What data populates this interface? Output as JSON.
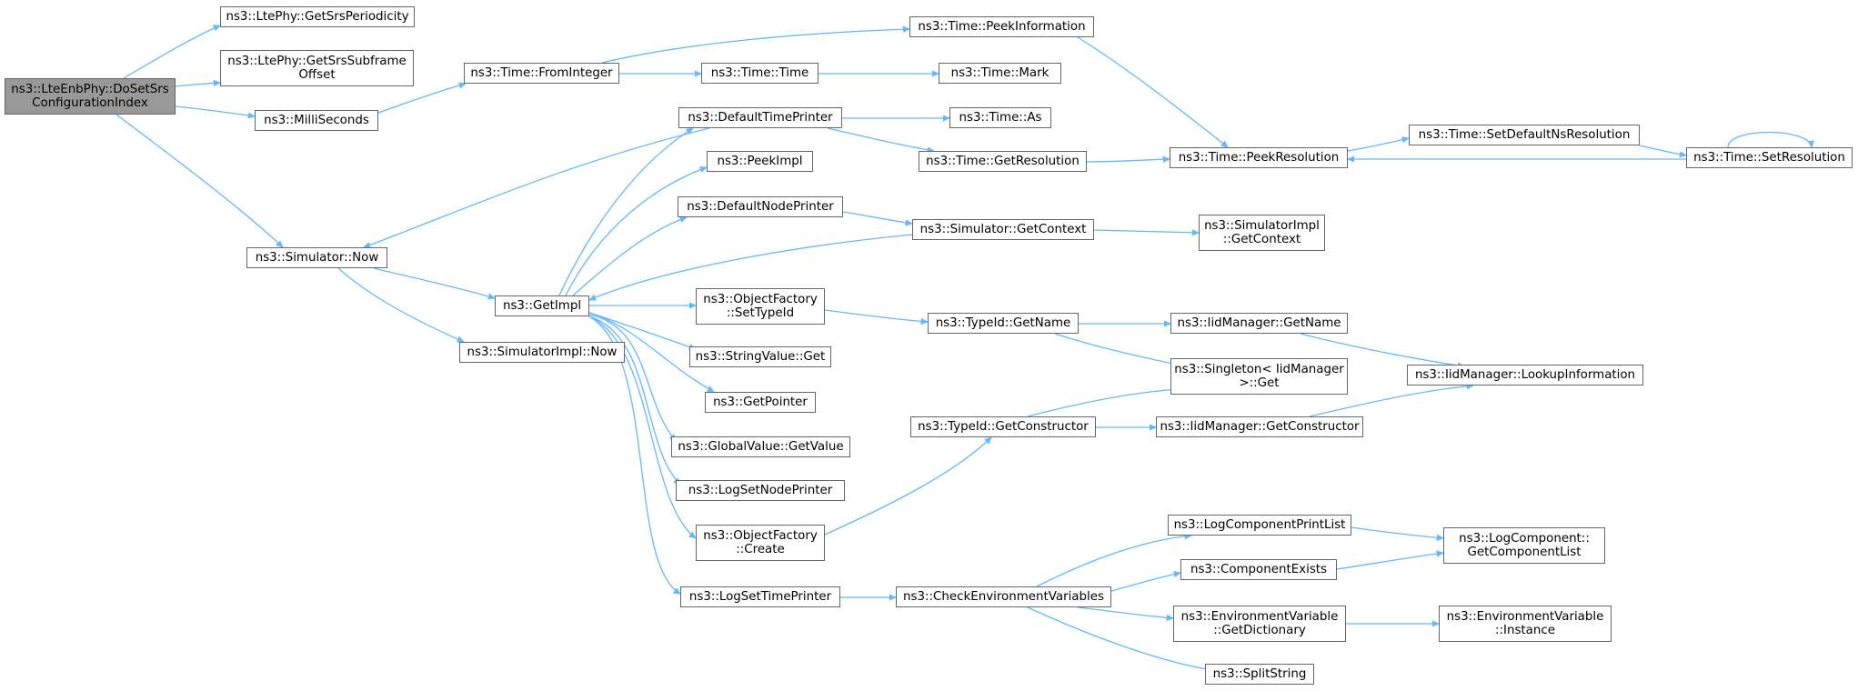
{
  "colors": {
    "edge": "#63b8ff",
    "node_border": "#666666",
    "root_fill": "#999999",
    "node_fill": "#ffffff"
  },
  "nodes": [
    {
      "id": "root",
      "lines": [
        "ns3::LteEnbPhy::DoSetSrs",
        "ConfigurationIndex"
      ],
      "root": true
    },
    {
      "id": "getSrsPeriodicity",
      "lines": [
        "ns3::LtePhy::GetSrsPeriodicity"
      ]
    },
    {
      "id": "getSrsSubframeOffset",
      "lines": [
        "ns3::LtePhy::GetSrsSubframe",
        "Offset"
      ]
    },
    {
      "id": "milliSeconds",
      "lines": [
        "ns3::MilliSeconds"
      ]
    },
    {
      "id": "simulatorNow",
      "lines": [
        "ns3::Simulator::Now"
      ]
    },
    {
      "id": "timeFromInteger",
      "lines": [
        "ns3::Time::FromInteger"
      ]
    },
    {
      "id": "getImpl",
      "lines": [
        "ns3::GetImpl"
      ]
    },
    {
      "id": "simulatorImplNow",
      "lines": [
        "ns3::SimulatorImpl::Now"
      ]
    },
    {
      "id": "timePeekInformation",
      "lines": [
        "ns3::Time::PeekInformation"
      ]
    },
    {
      "id": "timeTime",
      "lines": [
        "ns3::Time::Time"
      ]
    },
    {
      "id": "timeMark",
      "lines": [
        "ns3::Time::Mark"
      ]
    },
    {
      "id": "defaultTimePrinter",
      "lines": [
        "ns3::DefaultTimePrinter"
      ]
    },
    {
      "id": "timeAs",
      "lines": [
        "ns3::Time::As"
      ]
    },
    {
      "id": "timeGetResolution",
      "lines": [
        "ns3::Time::GetResolution"
      ]
    },
    {
      "id": "timePeekResolution",
      "lines": [
        "ns3::Time::PeekResolution"
      ]
    },
    {
      "id": "timeSetDefaultNsResolution",
      "lines": [
        "ns3::Time::SetDefaultNsResolution"
      ]
    },
    {
      "id": "timeSetResolution",
      "lines": [
        "ns3::Time::SetResolution"
      ]
    },
    {
      "id": "peekImpl",
      "lines": [
        "ns3::PeekImpl"
      ]
    },
    {
      "id": "defaultNodePrinter",
      "lines": [
        "ns3::DefaultNodePrinter"
      ]
    },
    {
      "id": "simulatorGetContext",
      "lines": [
        "ns3::Simulator::GetContext"
      ]
    },
    {
      "id": "simulatorImplGetContext",
      "lines": [
        "ns3::SimulatorImpl",
        "::GetContext"
      ]
    },
    {
      "id": "objectFactorySetTypeId",
      "lines": [
        "ns3::ObjectFactory",
        "::SetTypeId"
      ]
    },
    {
      "id": "typeIdGetName",
      "lines": [
        "ns3::TypeId::GetName"
      ]
    },
    {
      "id": "iidManagerGetName",
      "lines": [
        "ns3::IidManager::GetName"
      ]
    },
    {
      "id": "stringValueGet",
      "lines": [
        "ns3::StringValue::Get"
      ]
    },
    {
      "id": "singletonGet",
      "lines": [
        "ns3::Singleton< IidManager",
        " >::Get"
      ]
    },
    {
      "id": "iidManagerLookupInformation",
      "lines": [
        "ns3::IidManager::LookupInformation"
      ]
    },
    {
      "id": "getPointer",
      "lines": [
        "ns3::GetPointer"
      ]
    },
    {
      "id": "typeIdGetConstructor",
      "lines": [
        "ns3::TypeId::GetConstructor"
      ]
    },
    {
      "id": "iidManagerGetConstructor",
      "lines": [
        "ns3::IidManager::GetConstructor"
      ]
    },
    {
      "id": "globalValueGetValue",
      "lines": [
        "ns3::GlobalValue::GetValue"
      ]
    },
    {
      "id": "logSetNodePrinter",
      "lines": [
        "ns3::LogSetNodePrinter"
      ]
    },
    {
      "id": "objectFactoryCreate",
      "lines": [
        "ns3::ObjectFactory",
        "::Create"
      ]
    },
    {
      "id": "logComponentPrintList",
      "lines": [
        "ns3::LogComponentPrintList"
      ]
    },
    {
      "id": "logComponentGetComponentList",
      "lines": [
        "ns3::LogComponent::",
        "GetComponentList"
      ]
    },
    {
      "id": "componentExists",
      "lines": [
        "ns3::ComponentExists"
      ]
    },
    {
      "id": "logSetTimePrinter",
      "lines": [
        "ns3::LogSetTimePrinter"
      ]
    },
    {
      "id": "checkEnvironmentVariables",
      "lines": [
        "ns3::CheckEnvironmentVariables"
      ]
    },
    {
      "id": "environmentVariableGetDictionary",
      "lines": [
        "ns3::EnvironmentVariable",
        "::GetDictionary"
      ]
    },
    {
      "id": "environmentVariableInstance",
      "lines": [
        "ns3::EnvironmentVariable",
        "::Instance"
      ]
    },
    {
      "id": "splitString",
      "lines": [
        "ns3::SplitString"
      ]
    }
  ]
}
